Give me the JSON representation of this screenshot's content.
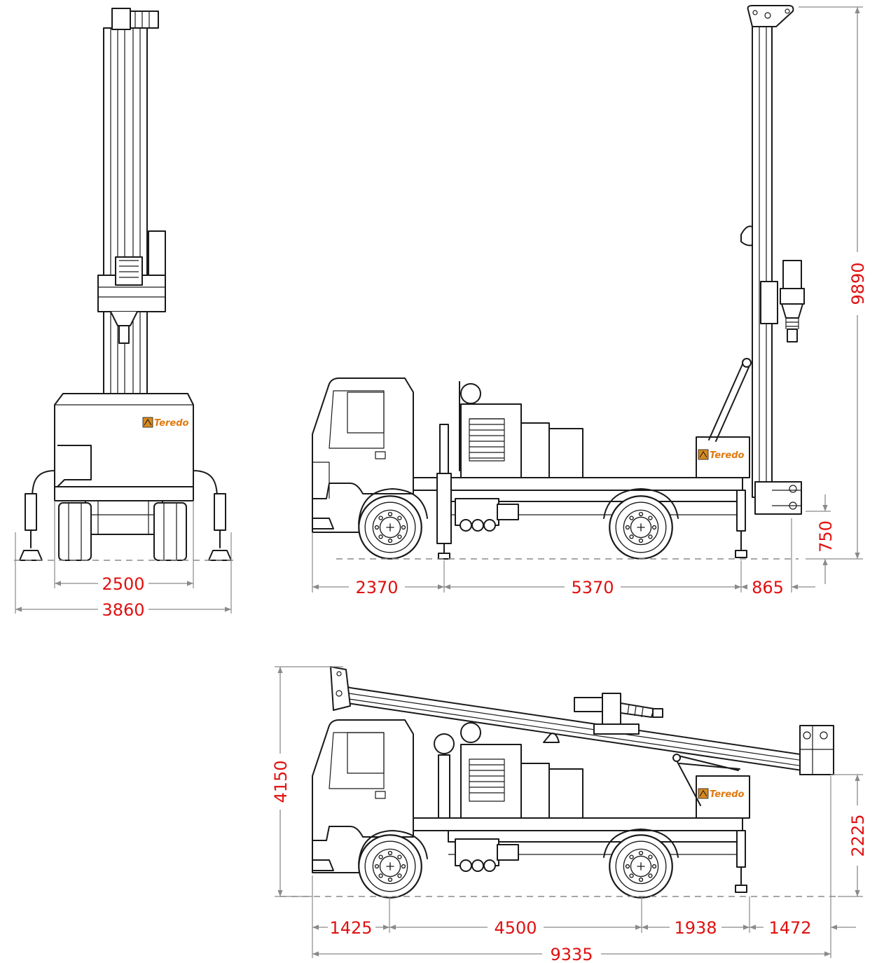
{
  "brand": "Teredo",
  "colors": {
    "dimension_text": "#e01010",
    "dimension_line": "#8a8a8a",
    "drawing_line": "#1a1a1a",
    "logo": "#e07a10"
  },
  "views": {
    "front": {
      "dims": {
        "track_width": "2500",
        "outrigger_width": "3860"
      }
    },
    "side_raised": {
      "dims": {
        "front_to_jack": "2370",
        "jack_spacing": "5370",
        "rear_overhang": "865",
        "mast_height": "9890",
        "clearance": "750"
      }
    },
    "side_transport": {
      "dims": {
        "front_overhang": "1425",
        "wheelbase": "4500",
        "rear_axle_to_jack": "1938",
        "rear_overhang": "1472",
        "overall_length": "9335",
        "overall_height": "4150",
        "mast_rest_height": "2225"
      }
    }
  }
}
